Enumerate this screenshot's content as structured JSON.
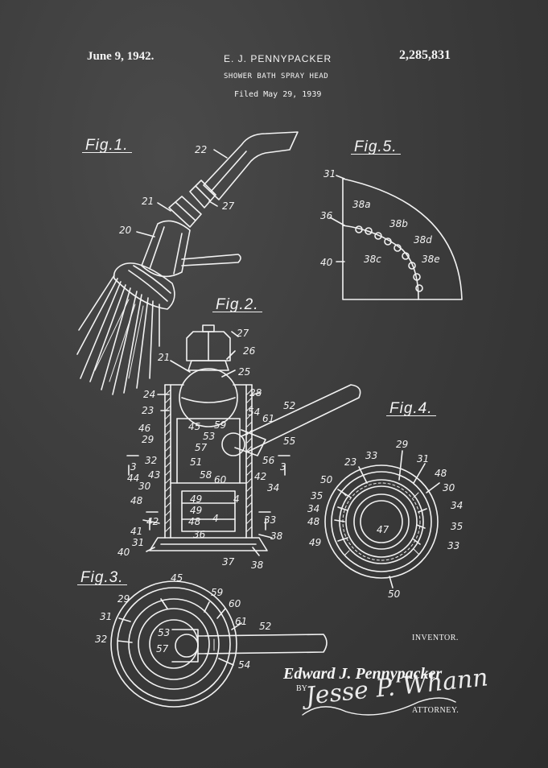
{
  "header": {
    "date": "June 9, 1942.",
    "inventor": "E. J. PENNYPACKER",
    "patent_number": "2,285,831",
    "title": "SHOWER BATH SPRAY HEAD",
    "filed": "Filed May 29, 1939"
  },
  "figures": {
    "fig1": "Fig.1.",
    "fig2": "Fig.2.",
    "fig3": "Fig.3.",
    "fig4": "Fig.4.",
    "fig5": "Fig.5."
  },
  "callouts": {
    "fig1": [
      "22",
      "21",
      "27",
      "20"
    ],
    "fig2": [
      "27",
      "21",
      "26",
      "25",
      "24",
      "28",
      "23",
      "52",
      "54",
      "61",
      "46",
      "45",
      "59",
      "29",
      "53",
      "55",
      "57",
      "3",
      "32",
      "51",
      "56",
      "3",
      "44",
      "43",
      "58",
      "60",
      "42",
      "30",
      "34",
      "48",
      "49",
      "49",
      "4",
      "42",
      "48",
      "4",
      "33",
      "41",
      "36",
      "38",
      "31",
      "40",
      "37",
      "38"
    ],
    "fig3": [
      "45",
      "29",
      "59",
      "60",
      "31",
      "61",
      "52",
      "53",
      "32",
      "57",
      "54"
    ],
    "fig4": [
      "29",
      "23",
      "33",
      "31",
      "48",
      "50",
      "30",
      "35",
      "34",
      "34",
      "48",
      "47",
      "35",
      "49",
      "33",
      "50"
    ],
    "fig5": [
      "31",
      "38a",
      "36",
      "38b",
      "38d",
      "40",
      "38c",
      "38e"
    ]
  },
  "signature": {
    "inventor_label": "INVENTOR.",
    "inventor_name": "Edward J. Pennypacker",
    "by": "BY",
    "attorney_name": "Jesse P. Whann",
    "attorney_label": "ATTORNEY."
  },
  "colors": {
    "background": "#3a3a3a",
    "ink": "#f2f2f2"
  }
}
